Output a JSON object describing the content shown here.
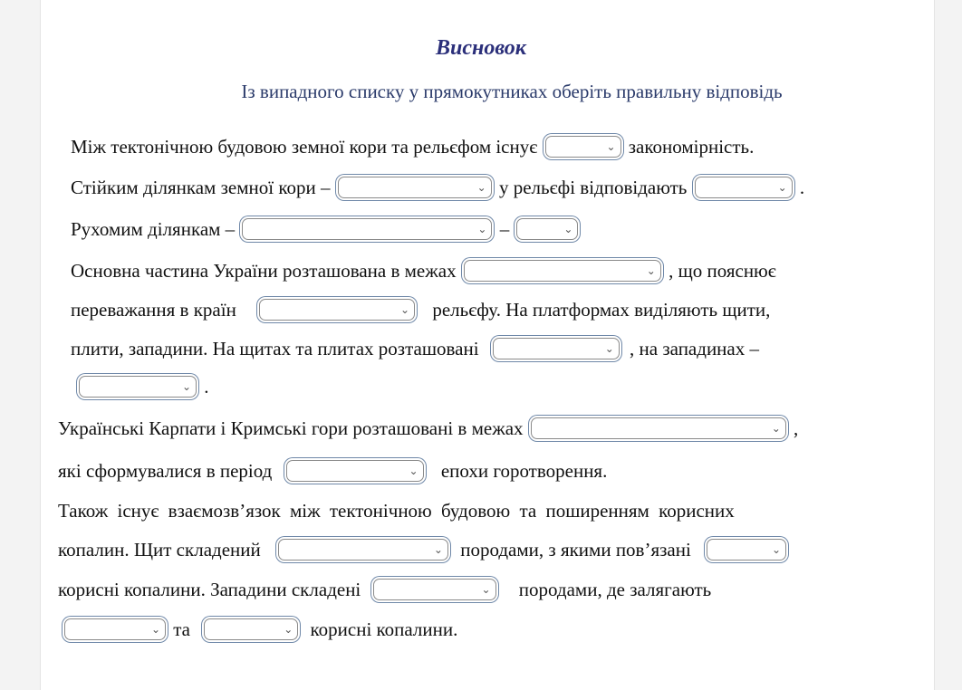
{
  "title": "Висновок",
  "subtitle": "Із випадного списку у прямокутниках оберіть правильну відповідь",
  "lines": [
    {
      "t1": "Між тектонічною будовою земної кори та рельєфом існує",
      "t2": "закономірність."
    },
    {
      "t1": "Стійким ділянкам земної кори –",
      "t2": "у рельєфі відповідають",
      "t3": "."
    },
    {
      "t1": "Рухомим ділянкам –",
      "t2": "–"
    },
    {
      "t1": "Основна частина України розташована в межах",
      "t2": ", що пояснює"
    },
    {
      "t1": "переважання в країн",
      "t2": "рельєфу. На платформах виділяють щити,"
    },
    {
      "t1": "плити, западини. На щитах та плитах розташовані",
      "t2": ", на западинах –"
    },
    {
      "t1": "."
    },
    {
      "t1": "Українські Карпати і Кримські гори розташовані в межах",
      "t2": ","
    },
    {
      "t1": "які сформувалися в період",
      "t2": "епохи горотворення."
    },
    {
      "t1": "Також існує взаємозв’язок між тектонічною будовою та поширенням корисних"
    },
    {
      "t1": "копалин. Щит складений",
      "t2": "породами, з якими пов’язані"
    },
    {
      "t1": "корисні копалини. Западини складені",
      "t2": "породами, де залягають"
    },
    {
      "t1": "та",
      "t2": "корисні копалини."
    }
  ],
  "dropdowns": [
    "",
    "",
    "",
    "",
    "",
    "",
    "",
    "",
    "",
    "",
    "",
    "",
    "",
    "",
    "",
    ""
  ],
  "caret_icon": "chevron-down-icon"
}
